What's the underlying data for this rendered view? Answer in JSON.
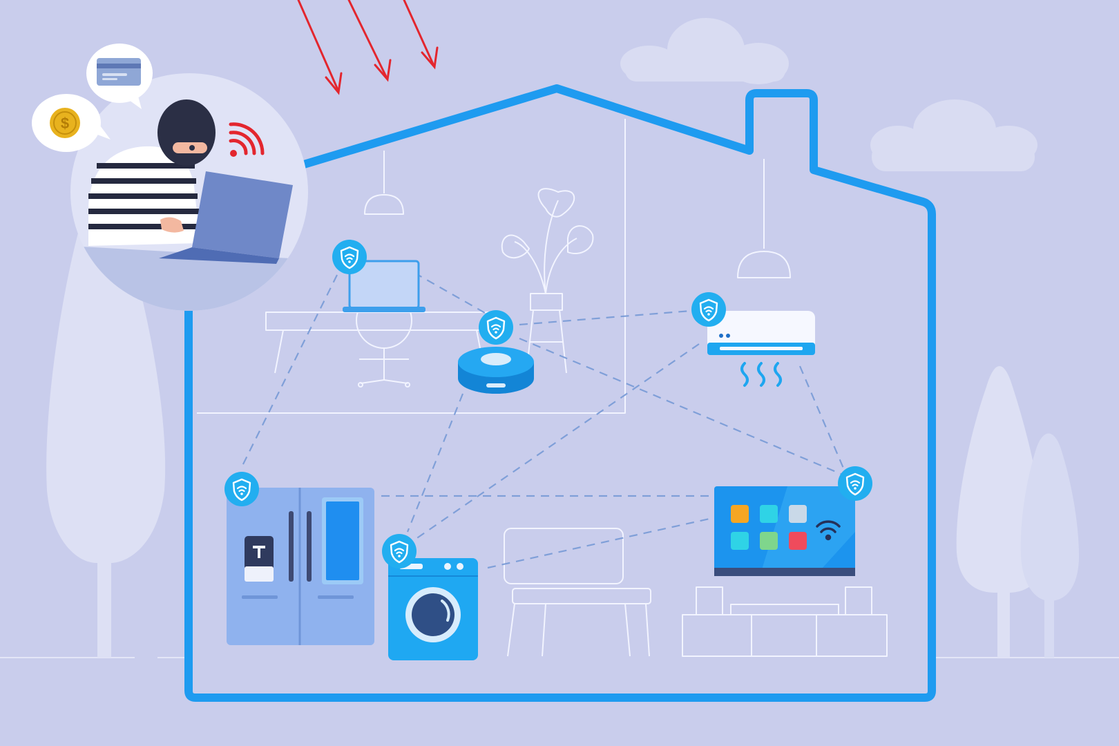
{
  "colors": {
    "background": "#c9cdec",
    "house_outline": "#1e9bf0",
    "interior_line": "#f2f4ff",
    "connection": "#7f9fd8",
    "badge": "#22aef0",
    "attack_arrow": "#e3262e",
    "signal": "#e3262e",
    "coin": "#e8b21e",
    "tree": "#dde0f4",
    "cloud": "#d9dcf2"
  },
  "icons": {
    "badge": "shield-wifi-icon",
    "attack": "arrow-down-icon",
    "signal": "wifi-signal-icon",
    "coin": "dollar-coin-icon",
    "card": "credit-card-icon"
  },
  "coin_symbol": "$",
  "devices": [
    "refrigerator",
    "washing-machine",
    "robot-vacuum",
    "air-conditioner",
    "smart-tv",
    "laptop"
  ]
}
